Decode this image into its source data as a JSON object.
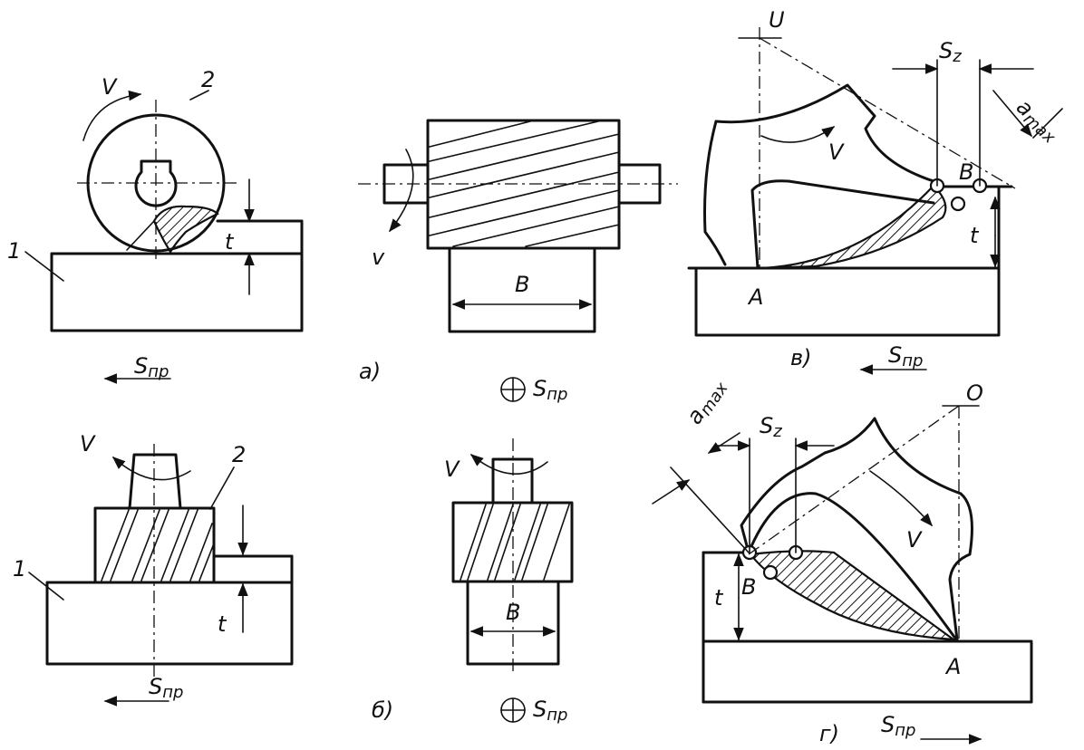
{
  "labels": {
    "v": "V",
    "v_lower": "v",
    "t": "t",
    "B": "B",
    "A": "A",
    "U": "U",
    "O": "O",
    "num_1": "1",
    "num_2": "2",
    "s_np": "S",
    "s_np_sub": "пр",
    "s_z": "S",
    "s_z_sub": "z",
    "a_max": "a",
    "a_max_sub": "max"
  },
  "captions": {
    "a": "а)",
    "b": "б)",
    "v": "в)",
    "g": "г)"
  }
}
